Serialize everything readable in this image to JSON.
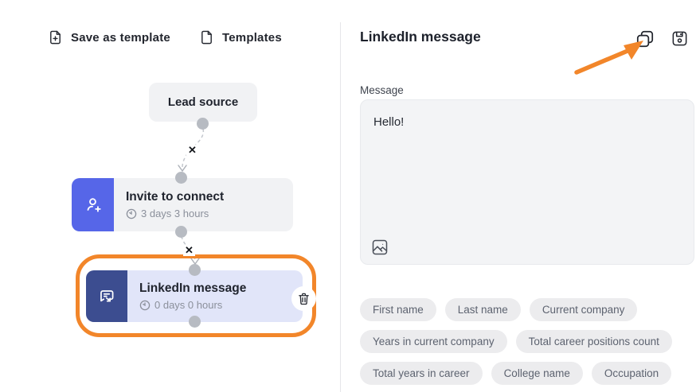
{
  "toolbar": {
    "save_as_template_label": "Save as template",
    "templates_label": "Templates"
  },
  "flow": {
    "nodes": {
      "lead_source": {
        "title": "Lead source"
      },
      "invite": {
        "title": "Invite to connect",
        "delay": "3 days 3 hours"
      },
      "message": {
        "title": "LinkedIn message",
        "delay": "0 days 0 hours"
      }
    },
    "connector_break_glyph": "✕"
  },
  "panel": {
    "title": "LinkedIn message",
    "message_label": "Message",
    "message_value": "Hello!",
    "placeholder_chips": [
      "First name",
      "Last name",
      "Current company",
      "Years in current company",
      "Total career positions count",
      "Total years in career",
      "College name",
      "Occupation"
    ]
  },
  "icons": {
    "toolbar_save_as_template": "file-plus-icon",
    "toolbar_templates": "file-icon",
    "invite_node": "user-plus-icon",
    "message_node": "message-forward-icon",
    "delay": "clock-icon",
    "delete_node": "trash-icon",
    "panel_duplicate": "copy-icon",
    "panel_save": "floppy-disk-icon",
    "attach_image": "image-icon"
  },
  "colors": {
    "accent_blue": "#5666E8",
    "accent_navy": "#3C4D90",
    "highlight_orange": "#F2862A",
    "node_gray": "#F1F2F4",
    "node_lavender": "#E1E5F9",
    "chip_bg": "#ECECEE",
    "message_box_bg": "#F3F4F6",
    "muted_text": "#8B909B"
  }
}
